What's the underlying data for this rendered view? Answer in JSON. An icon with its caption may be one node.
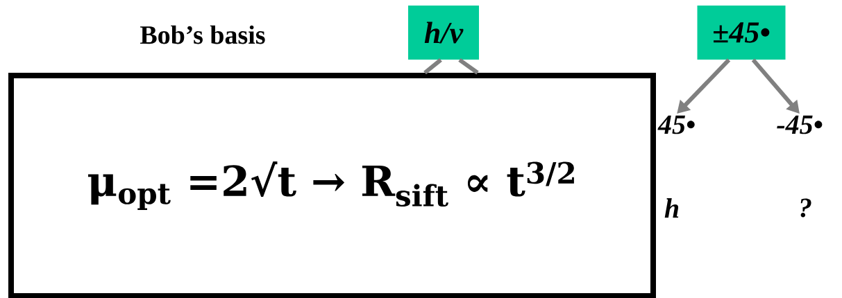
{
  "diagram": {
    "nodes": [
      {
        "text": [
          "h/v"
        ]
      },
      {
        "text": [
          "±45•"
        ]
      },
      {
        "text": [
          "μ$_{opt}$ =2√t → R$_{sift}$ ∝ t$^{3/2}$"
        ]
      },
      {
        "text": [
          "45•"
        ]
      },
      {
        "text": [
          "-45•"
        ]
      }
    ],
    "edges": [
      {
        "from": 0,
        "to": 2,
        "arrow": "none"
      },
      {
        "from": 0,
        "to": 2,
        "arrow": "none"
      },
      {
        "from": 1,
        "to": 3,
        "arrow": "to"
      },
      {
        "from": 1,
        "to": 4,
        "arrow": "to"
      }
    ],
    "labels": [
      "Bob’s basis",
      "h",
      "?"
    ]
  }
}
